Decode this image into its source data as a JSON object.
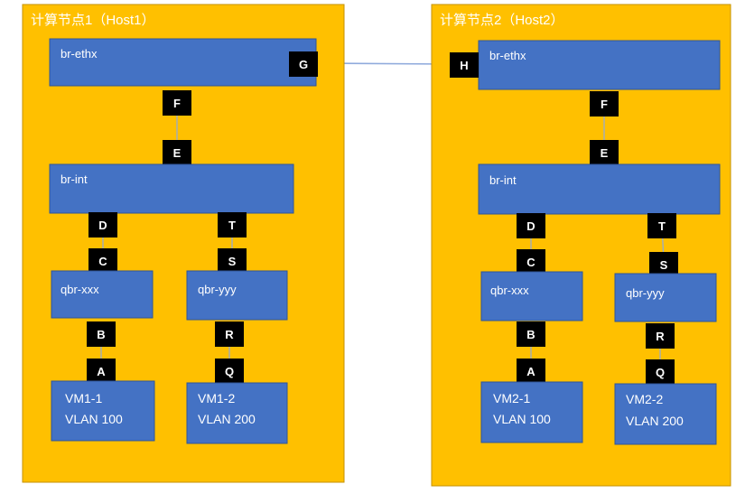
{
  "colors": {
    "host_fill": "#FFC000",
    "host_border": "#C59200",
    "box_fill": "#4472C4",
    "box_border": "#2F5597",
    "port_fill": "#000000",
    "link": "#8FAADC",
    "label": "#ffffff"
  },
  "hosts": [
    {
      "title": "计算节点1（Host1）",
      "ethx": {
        "label": "br-ethx",
        "port": "G"
      },
      "uplink": {
        "top": "F",
        "bottom": "E"
      },
      "int": {
        "label": "br-int"
      },
      "bridges": [
        {
          "label": "qbr-xxx",
          "int_port": "D",
          "qbr_top": "C",
          "qbr_bottom": "B",
          "vm_port": "A",
          "vm_name": "VM1-1",
          "vm_vlan": "VLAN 100"
        },
        {
          "label": "qbr-yyy",
          "int_port": "T",
          "qbr_top": "S",
          "qbr_bottom": "R",
          "vm_port": "Q",
          "vm_name": "VM1-2",
          "vm_vlan": "VLAN 200"
        }
      ]
    },
    {
      "title": "计算节点2（Host2）",
      "ethx": {
        "label": "br-ethx",
        "port": "H"
      },
      "uplink": {
        "top": "F",
        "bottom": "E"
      },
      "int": {
        "label": "br-int"
      },
      "bridges": [
        {
          "label": "qbr-xxx",
          "int_port": "D",
          "qbr_top": "C",
          "qbr_bottom": "B",
          "vm_port": "A",
          "vm_name": "VM2-1",
          "vm_vlan": "VLAN 100"
        },
        {
          "label": "qbr-yyy",
          "int_port": "T",
          "qbr_top": "S",
          "qbr_bottom": "R",
          "vm_port": "Q",
          "vm_name": "VM2-2",
          "vm_vlan": "VLAN 200"
        }
      ]
    }
  ]
}
